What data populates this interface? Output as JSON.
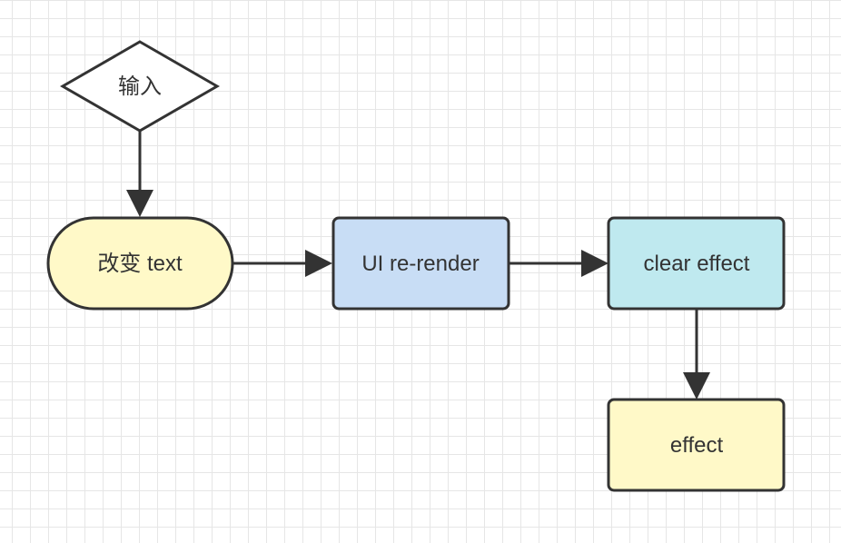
{
  "nodes": {
    "input": {
      "label": "输入"
    },
    "change_text": {
      "label": "改变 text"
    },
    "ui_rerender": {
      "label": "UI re-render"
    },
    "clear_effect": {
      "label": "clear effect"
    },
    "effect": {
      "label": "effect"
    }
  },
  "colors": {
    "grid_line": "#e6e6e6",
    "stroke": "#333333",
    "change_text_fill": "#fff9c8",
    "ui_rerender_fill": "#c8ddf5",
    "clear_effect_fill": "#bfe9ef",
    "effect_fill": "#fff9c8",
    "input_fill": "#ffffff"
  }
}
